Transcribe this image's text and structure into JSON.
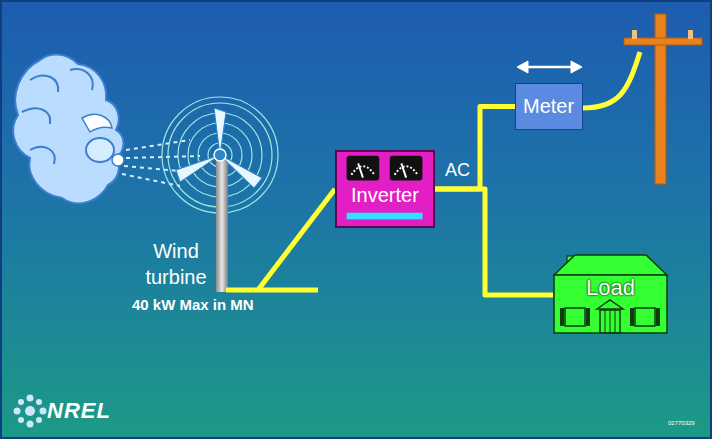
{
  "diagram": {
    "nodes": [
      {
        "text": [
          "Wind turbine",
          "40 kW Max in MN"
        ]
      },
      {
        "text": [
          "Inverter"
        ]
      },
      {
        "text": [
          "Meter"
        ]
      },
      {
        "text": [
          "Load"
        ]
      }
    ],
    "edges": [
      {
        "from": 0,
        "to": 1,
        "arrow": "none"
      },
      {
        "from": 1,
        "to": 2,
        "arrow": "none"
      },
      {
        "from": 1,
        "to": 3,
        "arrow": "none"
      }
    ],
    "labels": [
      "AC",
      "NREL",
      "02770329"
    ]
  }
}
